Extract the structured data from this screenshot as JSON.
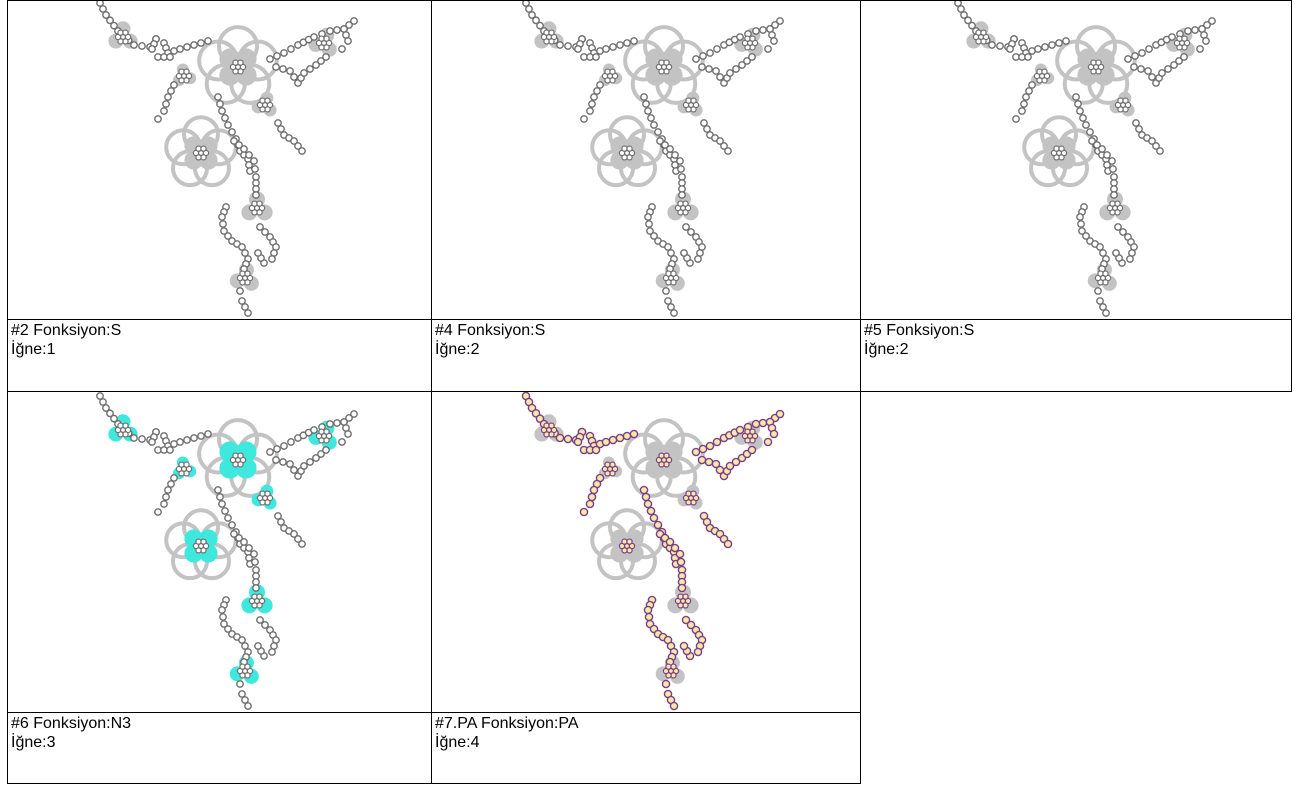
{
  "colors": {
    "base_fill": "#c3c3c3",
    "bead_stroke": "#6e6e6e",
    "highlight_fill": "#3ee8dd",
    "pa_bead_fill": "#f6e9a6",
    "pa_bead_stroke": "#7a3d8c",
    "border": "#000000"
  },
  "cards": [
    {
      "title": "#2 Fonksiyon:S",
      "needle": "İğne:1",
      "highlight": "none"
    },
    {
      "title": "#4 Fonksiyon:S",
      "needle": "İğne:2",
      "highlight": "none"
    },
    {
      "title": "#5 Fonksiyon:S",
      "needle": "İğne:2",
      "highlight": "none"
    },
    {
      "title": "#6 Fonksiyon:N3",
      "needle": "İğne:3",
      "highlight": "flowers"
    },
    {
      "title": "#7.PA Fonksiyon:PA",
      "needle": "İğne:4",
      "highlight": "beads"
    }
  ]
}
